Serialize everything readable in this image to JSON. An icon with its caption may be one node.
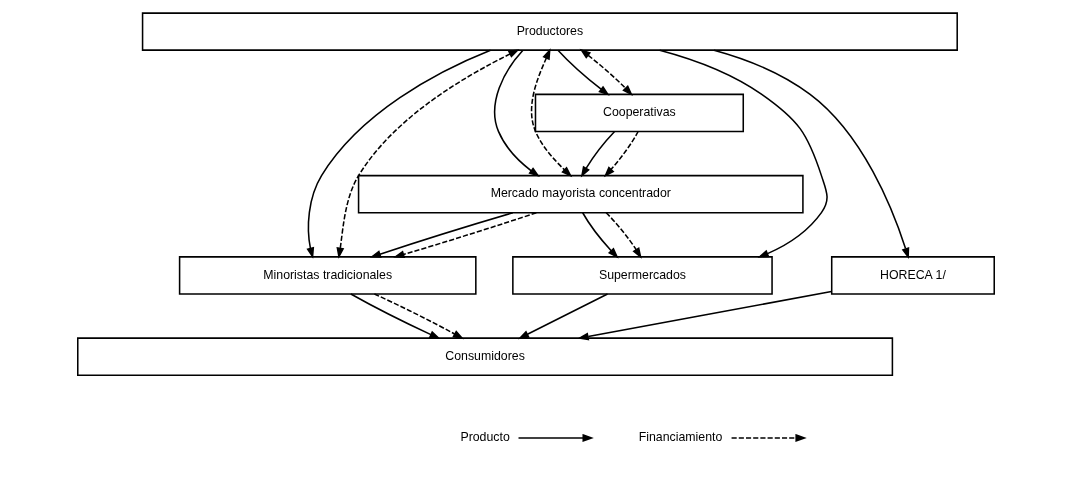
{
  "diagram": {
    "nodes": [
      {
        "text": [
          "Productores"
        ]
      },
      {
        "text": [
          "Cooperativas"
        ]
      },
      {
        "text": [
          "Mercado mayorista concentrador"
        ]
      },
      {
        "text": [
          "Minoristas tradicionales"
        ]
      },
      {
        "text": [
          "Supermercados"
        ]
      },
      {
        "text": [
          "HORECA 1/"
        ]
      },
      {
        "text": [
          "Consumidores"
        ]
      }
    ],
    "edges": [
      {
        "from": 0,
        "to": 3,
        "arrow": "to"
      },
      {
        "from": 0,
        "to": 3,
        "arrow": "both",
        "style": "dashed"
      },
      {
        "from": 0,
        "to": 2,
        "arrow": "to"
      },
      {
        "from": 0,
        "to": 2,
        "arrow": "both",
        "style": "dashed"
      },
      {
        "from": 0,
        "to": 1,
        "arrow": "to"
      },
      {
        "from": 0,
        "to": 1,
        "arrow": "both",
        "style": "dashed"
      },
      {
        "from": 0,
        "to": 4,
        "arrow": "to"
      },
      {
        "from": 0,
        "to": 5,
        "arrow": "to"
      },
      {
        "from": 1,
        "to": 2,
        "arrow": "to"
      },
      {
        "from": 1,
        "to": 2,
        "arrow": "to",
        "style": "dashed"
      },
      {
        "from": 2,
        "to": 3,
        "arrow": "to"
      },
      {
        "from": 2,
        "to": 3,
        "arrow": "to",
        "style": "dashed"
      },
      {
        "from": 2,
        "to": 4,
        "arrow": "to"
      },
      {
        "from": 2,
        "to": 4,
        "arrow": "to",
        "style": "dashed"
      },
      {
        "from": 3,
        "to": 6,
        "arrow": "to"
      },
      {
        "from": 3,
        "to": 6,
        "arrow": "to",
        "style": "dashed"
      },
      {
        "from": 4,
        "to": 6,
        "arrow": "to"
      },
      {
        "from": 5,
        "to": 6,
        "arrow": "to"
      }
    ],
    "legend": [
      {
        "text": "Producto"
      },
      {
        "text": "Financiamiento"
      }
    ]
  }
}
